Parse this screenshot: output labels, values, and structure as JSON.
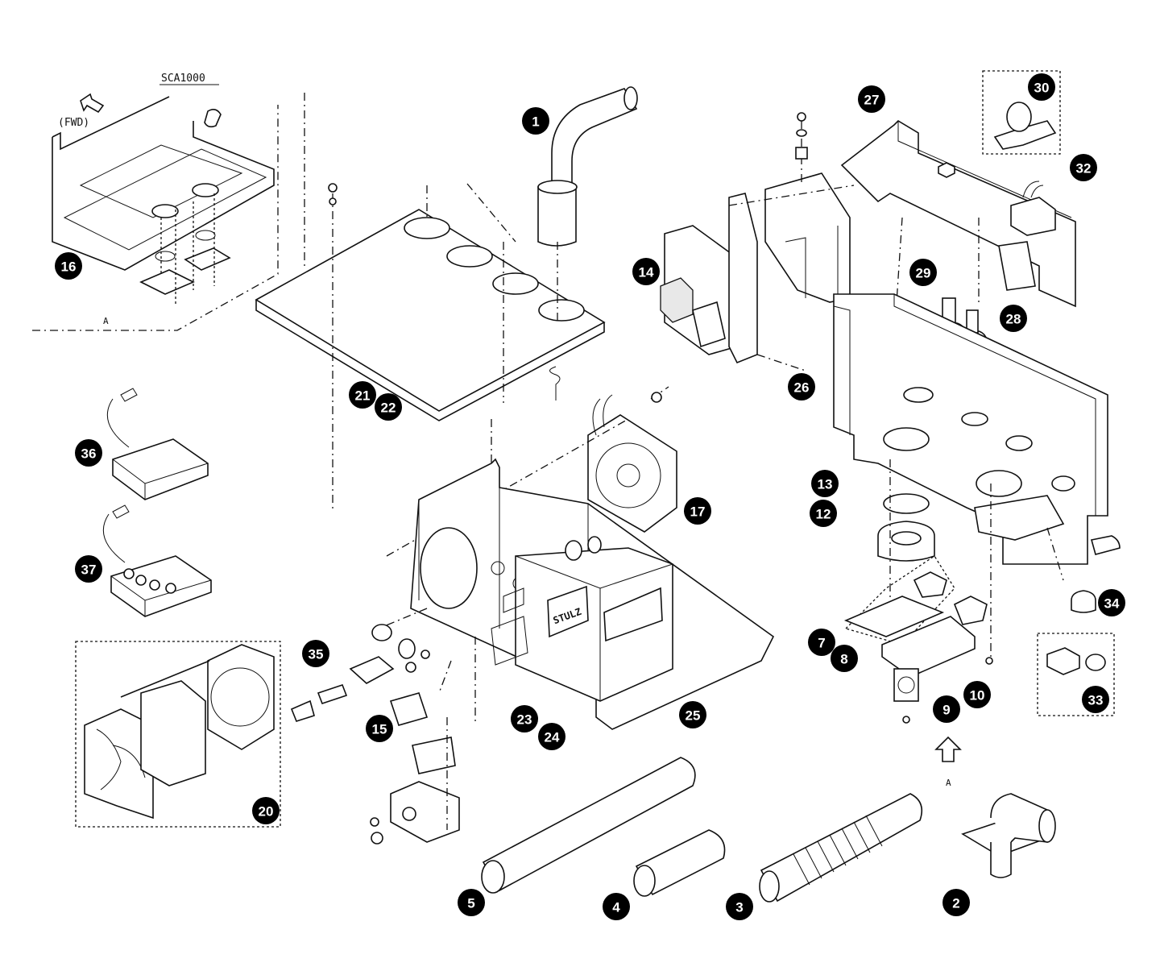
{
  "diagram": {
    "model_label": "SCA1000",
    "forward_label": "(FWD)",
    "view_label_left": "A",
    "view_label_right": "A",
    "brand_plate": "STULZ"
  },
  "callouts": [
    "1",
    "2",
    "3",
    "4",
    "5",
    "7",
    "8",
    "9",
    "10",
    "12",
    "13",
    "14",
    "15",
    "16",
    "17",
    "20",
    "21",
    "22",
    "23",
    "24",
    "25",
    "26",
    "27",
    "28",
    "29",
    "30",
    "32",
    "33",
    "34",
    "35",
    "36",
    "37"
  ]
}
